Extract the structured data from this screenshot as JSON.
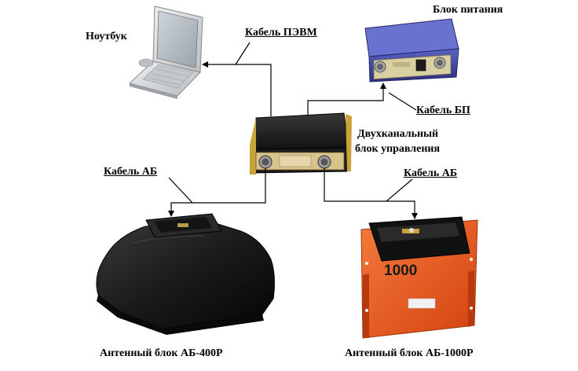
{
  "labels": {
    "laptop": "Ноутбук",
    "power_unit": "Блок питания",
    "pc_cable": "Кабель ПЭВМ",
    "power_cable": "Кабель БП",
    "control_unit_line1": "Двухканальный",
    "control_unit_line2": "блок управления",
    "ab_cable_left": "Кабель АБ",
    "ab_cable_right": "Кабель АБ",
    "antenna_400": "Антенный блок АБ-400Р",
    "antenna_1000": "Антенный блок АБ-1000Р"
  },
  "device_markings": {
    "antenna_1000_print": "1000"
  },
  "colors": {
    "line": "#000000",
    "laptop_body": "#d9dadc",
    "power_unit_body": "#3a3f9a",
    "control_unit_body": "#1d1d1d",
    "control_unit_accent": "#c9a23a",
    "antenna_400_body": "#141414",
    "antenna_1000_body": "#e9541e"
  }
}
